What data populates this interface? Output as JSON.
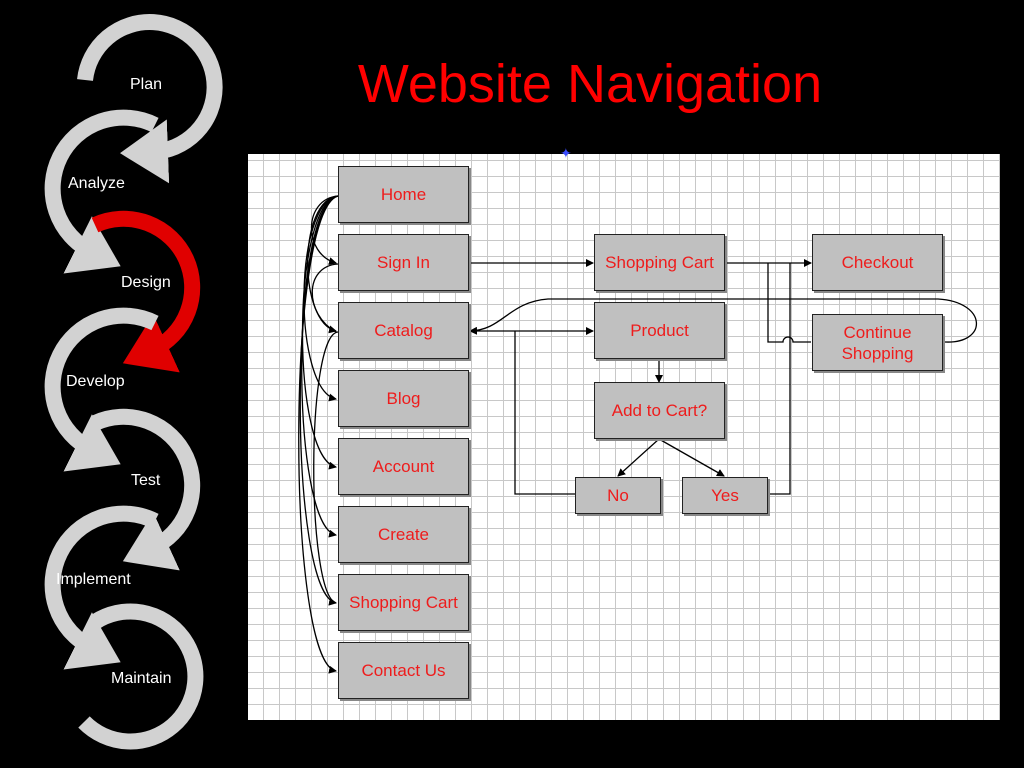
{
  "title": "Website Navigation",
  "cycle": {
    "stages": [
      {
        "label": "Plan",
        "color": "#c8c8c8"
      },
      {
        "label": "Analyze",
        "color": "#c8c8c8"
      },
      {
        "label": "Design",
        "color": "#e00000",
        "active": true
      },
      {
        "label": "Develop",
        "color": "#c8c8c8"
      },
      {
        "label": "Test",
        "color": "#c8c8c8"
      },
      {
        "label": "Implement",
        "color": "#c8c8c8"
      },
      {
        "label": "Maintain",
        "color": "#c8c8c8"
      }
    ]
  },
  "flowchart": {
    "nodes": {
      "home": "Home",
      "sign_in": "Sign In",
      "catalog": "Catalog",
      "blog": "Blog",
      "account": "Account",
      "create": "Create",
      "shopping_cart_menu": "Shopping Cart",
      "contact_us": "Contact Us",
      "shopping_cart": "Shopping Cart",
      "checkout": "Checkout",
      "continue_shopping_line1": "Continue",
      "continue_shopping_line2": "Shopping",
      "product": "Product",
      "add_to_cart": "Add to Cart?",
      "no": "No",
      "yes": "Yes"
    },
    "colors": {
      "node_fill": "#c0c0c0",
      "node_text": "#ee1c1c",
      "title": "#ff0000"
    }
  }
}
